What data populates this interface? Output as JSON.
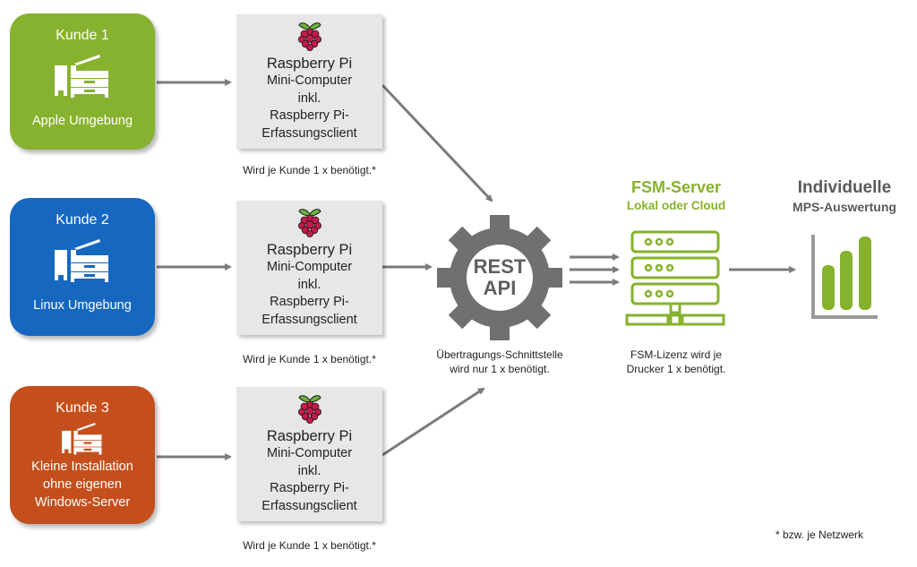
{
  "colors": {
    "kunde1": "#87b230",
    "kunde2": "#1667c0",
    "kunde3": "#c44f1c",
    "arrow": "#7b7b7b",
    "gear": "#707070",
    "fsm_green": "#86b22d",
    "rpi_box": "#e7e7e7"
  },
  "customers": [
    {
      "title": "Kunde 1",
      "lines": [
        "Apple Umgebung"
      ],
      "icon": "printer-icon"
    },
    {
      "title": "Kunde 2",
      "lines": [
        "Linux Umgebung"
      ],
      "icon": "printer-icon"
    },
    {
      "title": "Kunde 3",
      "lines": [
        "Kleine Installation",
        "ohne eigenen",
        "Windows-Server"
      ],
      "icon": "printer-icon"
    }
  ],
  "raspberry": {
    "icon": "raspberry-pi-icon",
    "line1": "Raspberry Pi",
    "line2": "Mini-Computer",
    "line3": "inkl.",
    "line4": "Raspberry Pi-",
    "line5": "Erfassungsclient",
    "note": "Wird je Kunde 1 x benötigt.*"
  },
  "rest_api": {
    "icon": "gear-icon",
    "line1": "REST",
    "line2": "API",
    "note1": "Übertragungs-Schnittstelle",
    "note2": "wird nur 1 x benötigt."
  },
  "fsm_server": {
    "icon": "server-icon",
    "title": "FSM-Server",
    "subtitle": "Lokal oder Cloud",
    "note1": "FSM-Lizenz wird je",
    "note2": "Drucker 1 x benötigt."
  },
  "evaluation": {
    "icon": "bar-chart-icon",
    "title": "Individuelle",
    "subtitle": "MPS-Auswertung"
  },
  "footnote": "* bzw. je Netzwerk"
}
